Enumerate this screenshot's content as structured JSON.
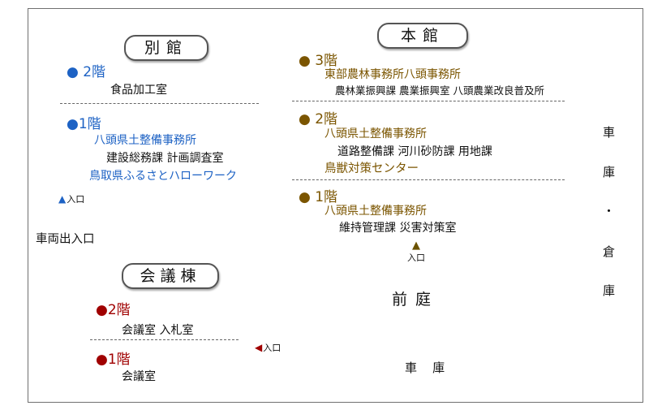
{
  "annex": {
    "title": "別館",
    "floor2": {
      "head": "● 2階",
      "lines": [
        "食品加工室"
      ]
    },
    "floor1": {
      "head": "●1階",
      "lines": [
        "八頭県土整備事務所",
        "建設総務課  計画調査室",
        "鳥取県ふるさとハローワーク"
      ]
    },
    "entrance": "入口"
  },
  "main": {
    "title": "本館",
    "floor3": {
      "head": "● 3階",
      "lines": [
        "東部農林事務所八頭事務所",
        "農林業振興課  農業振興室  八頭農業改良普及所"
      ]
    },
    "floor2": {
      "head": "● 2階",
      "lines": [
        "八頭県土整備事務所",
        "道路整備課  河川砂防課  用地課",
        "鳥獣対策センター"
      ]
    },
    "floor1": {
      "head": "● 1階",
      "lines": [
        "八頭県土整備事務所",
        "維持管理課  災害対策室"
      ]
    },
    "entrance": "入口"
  },
  "conference": {
    "title": "会議棟",
    "floor2": {
      "head": "●2階",
      "lines": [
        "会議室  入札室"
      ]
    },
    "floor1": {
      "head": "●1階",
      "lines": [
        "会議室"
      ]
    },
    "entrance": "入口"
  },
  "vehicle_gate": "車両出入口",
  "front_yard": "前庭",
  "garage_bottom": "車    庫",
  "garage_side": [
    "車",
    "庫",
    "・",
    "倉",
    "庫"
  ],
  "colors": {
    "annex": "#d9f4fd",
    "main": "#fafa96",
    "conference": "#f7cdcd",
    "yard": "#6ed84a",
    "gate": "#c7eaea"
  }
}
